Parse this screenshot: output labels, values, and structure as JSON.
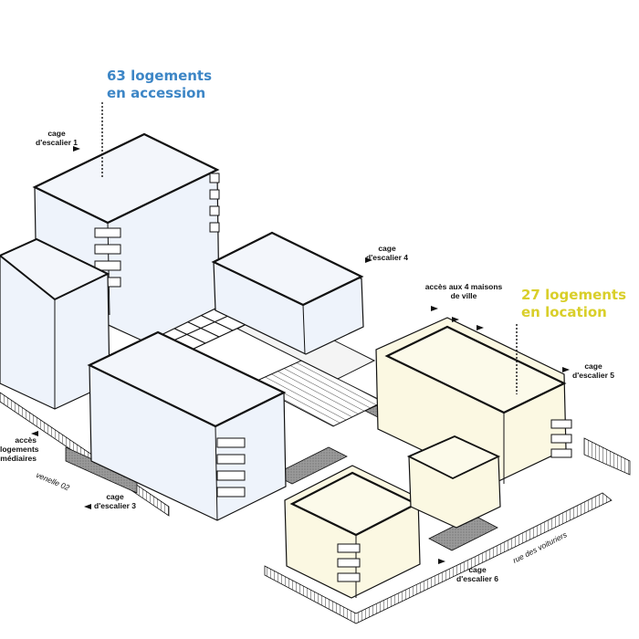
{
  "colors": {
    "accession": "#3d86c6",
    "location": "#d9cf2a",
    "block_blue": "#eef3fb",
    "block_yellow": "#fbf8e2",
    "outline": "#111111",
    "shadow": "#c8c8c8"
  },
  "headlines": {
    "accession_line1": "63 logements",
    "accession_line2": "en accession",
    "location_line1": "27 logements",
    "location_line2": "en location"
  },
  "labels": {
    "cage1_a": "cage",
    "cage1_b": "d'escalier 1",
    "cage4_a": "cage",
    "cage4_b": "d'escalier 4",
    "maisons_a": "accès aux 4 maisons",
    "maisons_b": "de ville",
    "cage5_a": "cage",
    "cage5_b": "d'escalier 5",
    "acces_a": "accès",
    "acces_b": "logements",
    "acces_c": "médiaires",
    "cage3_a": "cage",
    "cage3_b": "d'escalier 3",
    "cage6": "cage d'escalier 6",
    "venelle": "venelle 02",
    "rue": "rue des voituriers"
  }
}
